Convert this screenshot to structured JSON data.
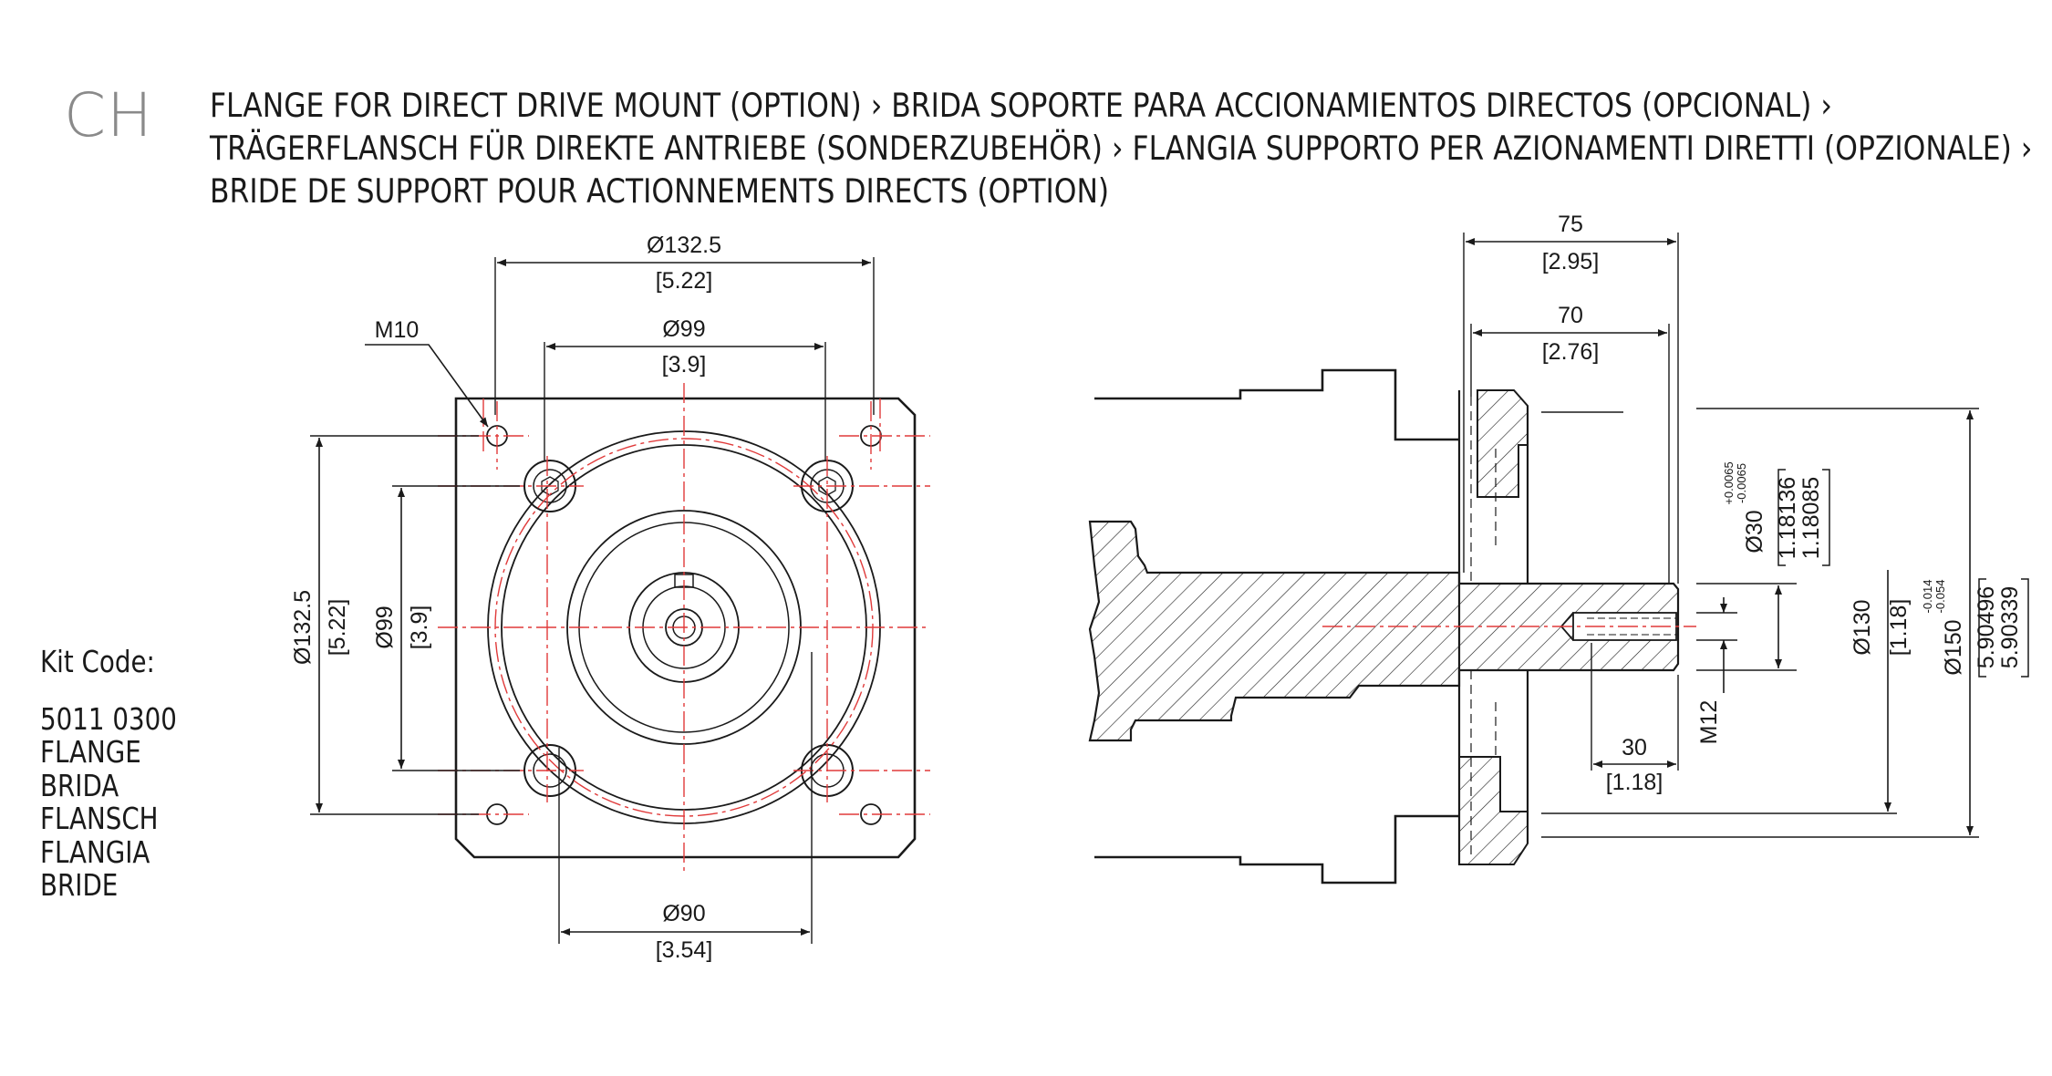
{
  "header": {
    "code": "CH",
    "title_lines": [
      "FLANGE FOR DIRECT DRIVE MOUNT (OPTION) › BRIDA SOPORTE PARA ACCIONAMIENTOS DIRECTOS (OPCIONAL) ›",
      "TRÄGERFLANSCH FÜR DIREKTE ANTRIEBE (SONDERZUBEHÖR) › FLANGIA SUPPORTO PER AZIONAMENTI DIRETTI (OPZIONALE) ›",
      "BRIDE DE SUPPORT POUR ACTIONNEMENTS DIRECTS (OPTION)"
    ]
  },
  "kit": {
    "label": "Kit Code:",
    "code": "5011 0300",
    "names": [
      "FLANGE",
      "BRIDA",
      "FLANSCH",
      "FLANGIA",
      "BRIDE"
    ]
  },
  "front_view": {
    "thread": "M10",
    "d_outer": "Ø132.5",
    "d_outer_in": "[5.22]",
    "d_bolt": "Ø99",
    "d_bolt_in": "[3.9]",
    "d_pilot": "Ø90",
    "d_pilot_in": "[3.54]"
  },
  "side_view": {
    "len_total": "75",
    "len_total_in": "[2.95]",
    "len_shaft": "70",
    "len_shaft_in": "[2.76]",
    "shaft_d": "Ø30",
    "shaft_tol_up": "+0.0065",
    "shaft_tol_low": "-0.0065",
    "shaft_in_1": "1.18136",
    "shaft_in_2": "1.18085",
    "thread": "M12",
    "thread_depth": "30",
    "thread_depth_in": "[1.18]",
    "d_130": "Ø130",
    "d_130_in": "[1.18]",
    "d_150": "Ø150",
    "d_150_tol_up": "-0.014",
    "d_150_tol_low": "-0.054",
    "d_150_in_1": "5.90496",
    "d_150_in_2": "5.90339"
  },
  "colors": {
    "line": "#1a1a1a",
    "center_line": "#e03a3a",
    "code_gray": "#8a8a8a"
  }
}
